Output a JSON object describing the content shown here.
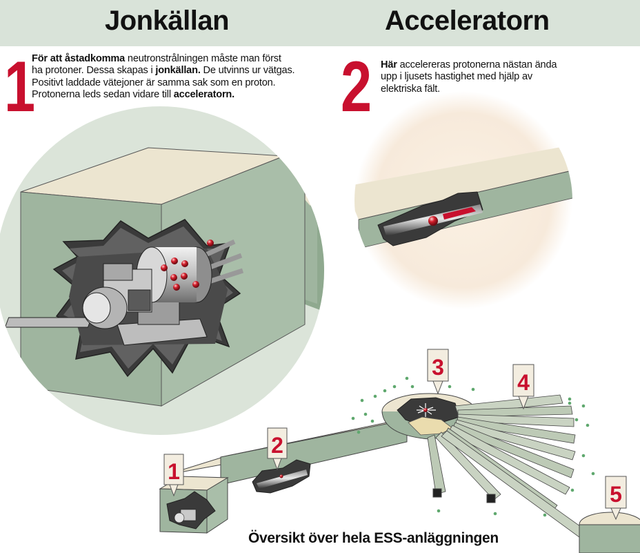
{
  "header": {
    "title_left": "Jonkällan",
    "title_right": "Acceleratorn"
  },
  "step1": {
    "number": "1",
    "lines": [
      [
        {
          "t": "För att åstadkomma",
          "b": true
        },
        {
          "t": " neutronstrålningen måste man först",
          "b": false
        }
      ],
      [
        {
          "t": "ha protoner. Dessa skapas i ",
          "b": false
        },
        {
          "t": "jonkällan.",
          "b": true
        },
        {
          "t": " De utvinns ur vätgas.",
          "b": false
        }
      ],
      [
        {
          "t": "Positivt laddade vätejoner är samma sak som en proton.",
          "b": false
        }
      ],
      [
        {
          "t": "Protonerna  leds sedan vidare till ",
          "b": false
        },
        {
          "t": "acceleratorn.",
          "b": true
        }
      ]
    ]
  },
  "step2": {
    "number": "2",
    "lines": [
      [
        {
          "t": "Här",
          "b": true
        },
        {
          "t": " accelereras protonerna nästan ända",
          "b": false
        }
      ],
      [
        {
          "t": "upp i ljusets hastighet med hjälp av",
          "b": false
        }
      ],
      [
        {
          "t": "elektriska fält.",
          "b": false
        }
      ]
    ]
  },
  "overview": {
    "caption": "Översikt över hela ESS-anläggningen",
    "markers": [
      "1",
      "2",
      "3",
      "4",
      "5"
    ]
  },
  "colors": {
    "header_band": "#d9e3d9",
    "marker_red": "#c8102e",
    "block_side": "#9fb59f",
    "block_top": "#ece5d0",
    "circle_bg": "#dbe4d9",
    "accent_bg": "#f8ede0"
  }
}
